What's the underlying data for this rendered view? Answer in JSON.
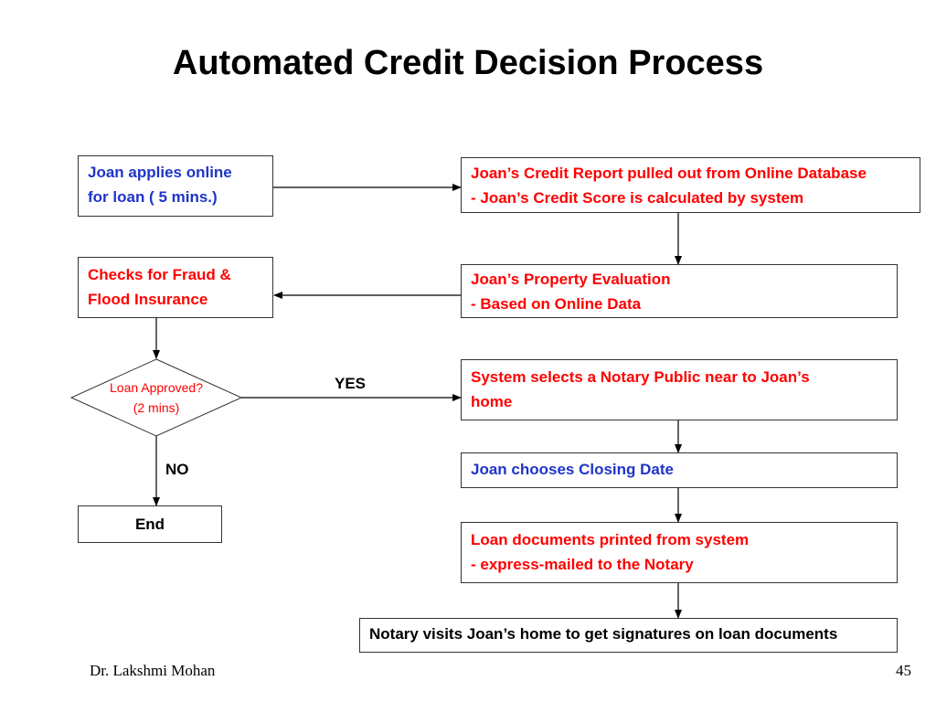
{
  "slide": {
    "title": "Automated Credit Decision Process",
    "author": "Dr. Lakshmi Mohan",
    "page_number": "45"
  },
  "nodes": {
    "apply": {
      "lines": [
        "Joan applies online",
        "for loan ( 5 mins.)"
      ]
    },
    "credit_report": {
      "lines": [
        "Joan’s Credit Report pulled out from Online Database",
        "- Joan’s Credit Score is calculated by system"
      ]
    },
    "property": {
      "lines": [
        "Joan’s Property Evaluation",
        "- Based on Online Data"
      ]
    },
    "fraud": {
      "lines": [
        "Checks for Fraud &",
        "Flood Insurance"
      ]
    },
    "decision": {
      "lines": [
        "Loan Approved?",
        "(2 mins)"
      ]
    },
    "notary_select": {
      "lines": [
        "System selects a Notary Public near to Joan’s",
        "home"
      ]
    },
    "closing_date": {
      "lines": [
        "Joan chooses Closing Date"
      ]
    },
    "documents": {
      "lines": [
        "Loan documents printed from system",
        "- express-mailed to the Notary"
      ]
    },
    "notary_visit": {
      "lines": [
        "Notary visits Joan’s home to get signatures on loan documents"
      ]
    },
    "end": {
      "lines": [
        "End"
      ]
    }
  },
  "edge_labels": {
    "yes": "YES",
    "no": "NO"
  },
  "colors": {
    "red_text": "#ff0000",
    "blue_text": "#1f35c8",
    "border": "#333333"
  }
}
